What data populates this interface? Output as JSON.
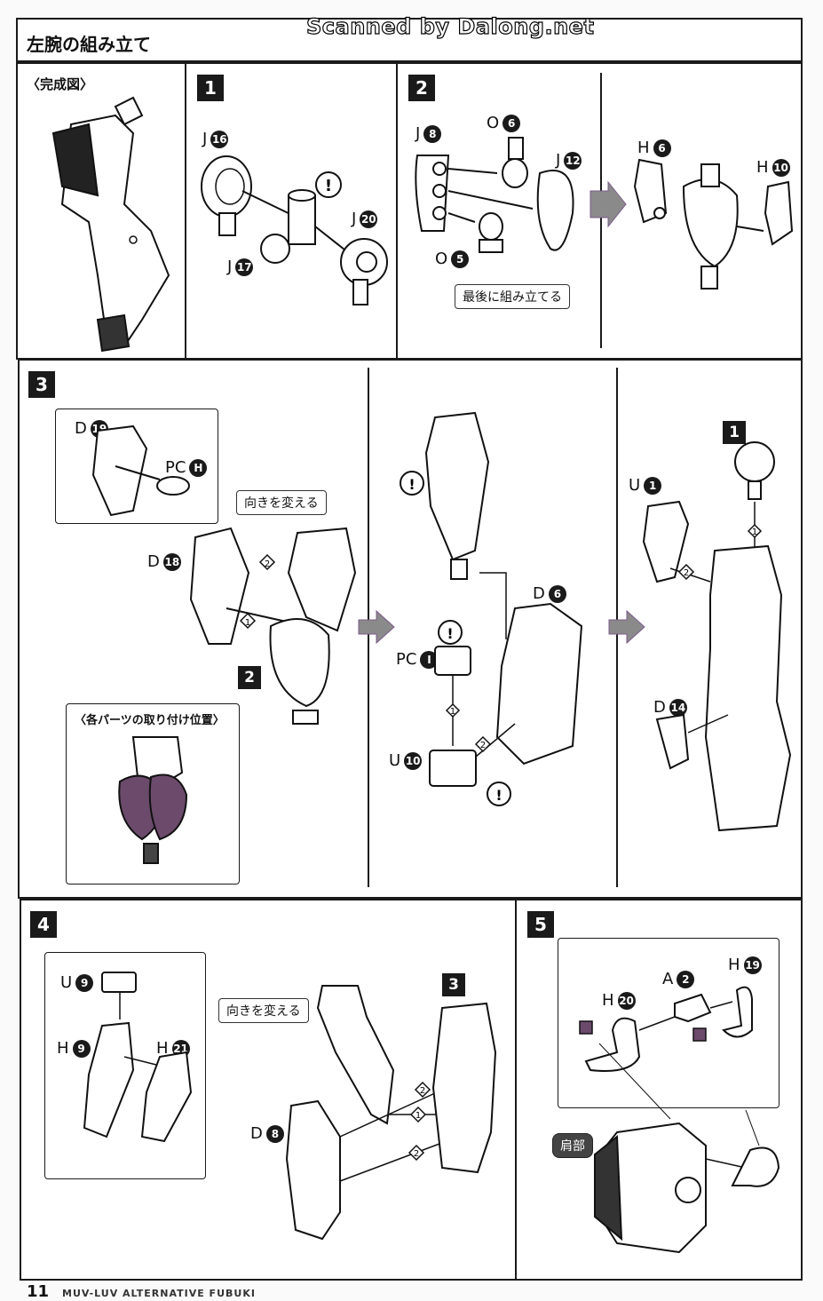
{
  "header": {
    "title": "左腕の組み立て",
    "watermark": "Scanned by Dalong.net"
  },
  "panels": {
    "complete": {
      "label": "〈完成図〉"
    },
    "step1": {
      "number": "1",
      "parts": [
        {
          "letter": "J",
          "num": "16"
        },
        {
          "letter": "J",
          "num": "17"
        },
        {
          "letter": "J",
          "num": "20"
        }
      ]
    },
    "step2": {
      "number": "2",
      "parts": [
        {
          "letter": "J",
          "num": "8"
        },
        {
          "letter": "O",
          "num": "6"
        },
        {
          "letter": "J",
          "num": "12"
        },
        {
          "letter": "O",
          "num": "5"
        },
        {
          "letter": "H",
          "num": "6"
        },
        {
          "letter": "H",
          "num": "10"
        }
      ],
      "note": "最後に組み立てる"
    },
    "step3": {
      "number": "3",
      "parts": [
        {
          "letter": "D",
          "num": "19"
        },
        {
          "letter": "PC",
          "num": "H"
        },
        {
          "letter": "D",
          "num": "18"
        },
        {
          "letter": "PC",
          "num": "I"
        },
        {
          "letter": "U",
          "num": "10"
        },
        {
          "letter": "D",
          "num": "6"
        },
        {
          "letter": "U",
          "num": "1"
        },
        {
          "letter": "D",
          "num": "14"
        }
      ],
      "note_turn": "向きを変える",
      "sub_ref": "2",
      "sub_ref_b": "1",
      "position_label": "〈各パーツの取り付け位置〉",
      "order": [
        "1",
        "2"
      ]
    },
    "step4": {
      "number": "4",
      "parts": [
        {
          "letter": "U",
          "num": "9"
        },
        {
          "letter": "H",
          "num": "9"
        },
        {
          "letter": "H",
          "num": "21"
        },
        {
          "letter": "D",
          "num": "8"
        }
      ],
      "note_turn": "向きを変える",
      "sub_ref": "3"
    },
    "step5": {
      "number": "5",
      "parts": [
        {
          "letter": "H",
          "num": "19"
        },
        {
          "letter": "A",
          "num": "2"
        },
        {
          "letter": "H",
          "num": "20"
        }
      ],
      "shoulder_label": "肩部"
    }
  },
  "footer": {
    "page": "11",
    "brand": "MUV-LUV ALTERNATIVE FUBUKI"
  },
  "colors": {
    "ink": "#1a1a1a",
    "arrow_gray": "#8a8a8a",
    "arrow_purple": "#7a5a8a",
    "highlight": "#6b4a6b"
  }
}
